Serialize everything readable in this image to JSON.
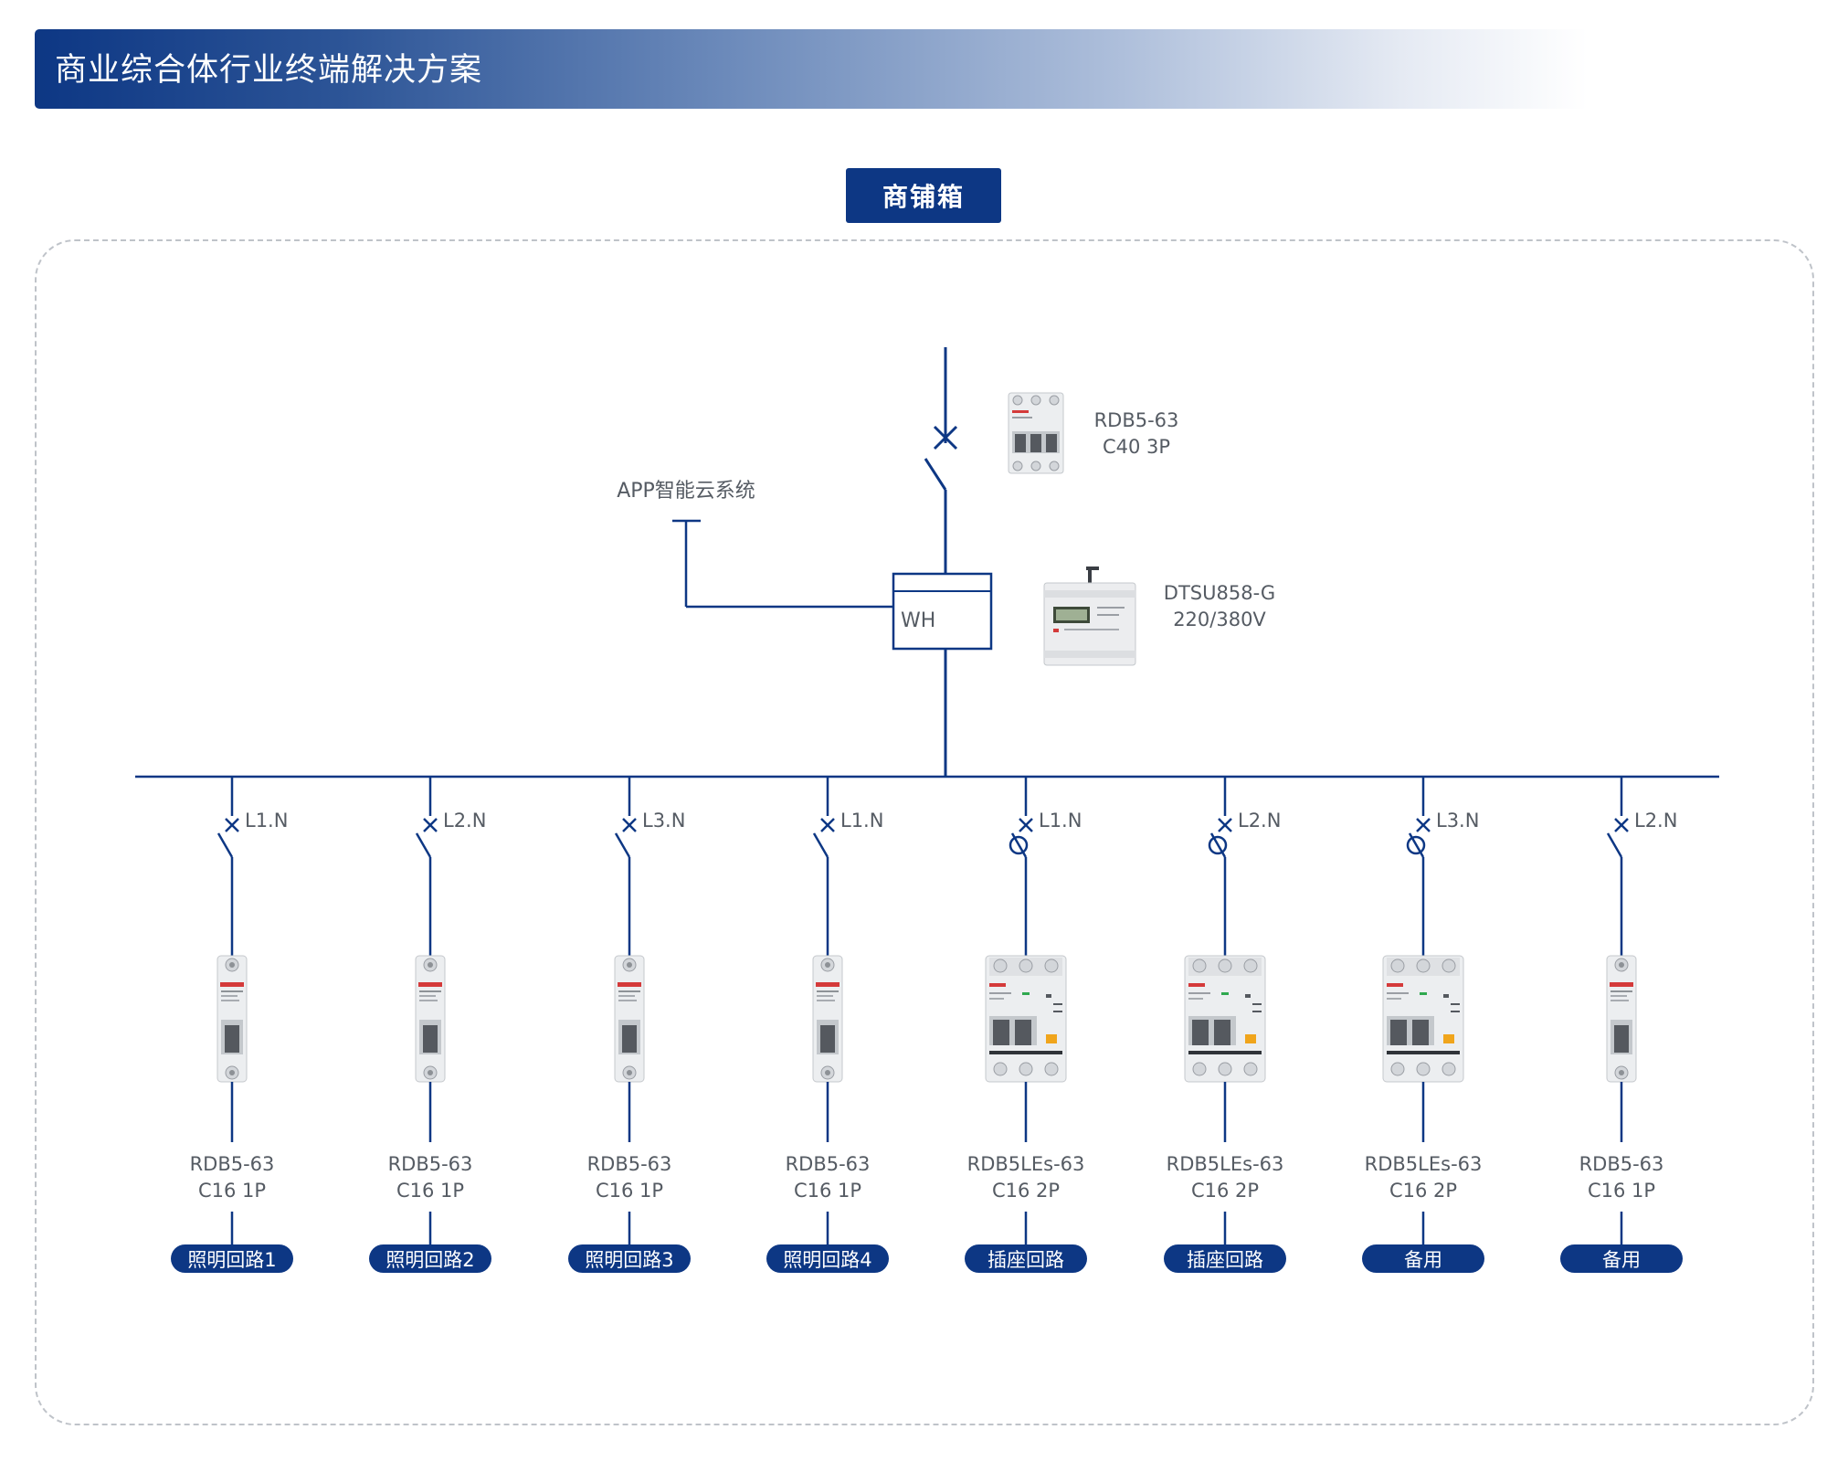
{
  "header": {
    "title": "商业综合体行业终端解决方案"
  },
  "section": {
    "label": "商铺箱"
  },
  "main_breaker": {
    "model": "RDB5-63",
    "spec": "C40 3P"
  },
  "meter": {
    "tag": "WH",
    "model": "DTSU858-G",
    "voltage": "220/380V"
  },
  "cloud": {
    "label": "APP智能云系统"
  },
  "colors": {
    "line": "#0d3784",
    "accent": "#0d3784",
    "text": "#555b63"
  },
  "branches": [
    {
      "phase": "L1.N",
      "type": "mcb",
      "model": "RDB5-63",
      "spec": "C16 1P",
      "circuit": "照明回路1"
    },
    {
      "phase": "L2.N",
      "type": "mcb",
      "model": "RDB5-63",
      "spec": "C16 1P",
      "circuit": "照明回路2"
    },
    {
      "phase": "L3.N",
      "type": "mcb",
      "model": "RDB5-63",
      "spec": "C16 1P",
      "circuit": "照明回路3"
    },
    {
      "phase": "L1.N",
      "type": "mcb",
      "model": "RDB5-63",
      "spec": "C16 1P",
      "circuit": "照明回路4"
    },
    {
      "phase": "L1.N",
      "type": "rcbo",
      "model": "RDB5LEs-63",
      "spec": "C16 2P",
      "circuit": "插座回路"
    },
    {
      "phase": "L2.N",
      "type": "rcbo",
      "model": "RDB5LEs-63",
      "spec": "C16 2P",
      "circuit": "插座回路"
    },
    {
      "phase": "L3.N",
      "type": "rcbo",
      "model": "RDB5LEs-63",
      "spec": "C16 2P",
      "circuit": "备用"
    },
    {
      "phase": "L2.N",
      "type": "mcb",
      "model": "RDB5-63",
      "spec": "C16 1P",
      "circuit": "备用"
    }
  ]
}
